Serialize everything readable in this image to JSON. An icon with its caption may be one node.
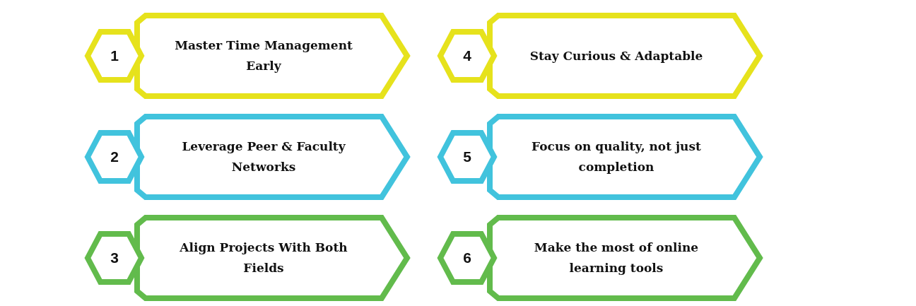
{
  "diagram": {
    "nodes": [
      {
        "text": [
          "1"
        ]
      },
      {
        "text": [
          "Master Time Management Early"
        ]
      },
      {
        "text": [
          "4"
        ]
      },
      {
        "text": [
          "Stay Curious & Adaptable"
        ]
      },
      {
        "text": [
          "2"
        ]
      },
      {
        "text": [
          "Leverage Peer & Faculty Networks"
        ]
      },
      {
        "text": [
          "5"
        ]
      },
      {
        "text": [
          "Focus on quality, not just completion"
        ]
      },
      {
        "text": [
          "3"
        ]
      },
      {
        "text": [
          "Align Projects With Both Fields"
        ]
      },
      {
        "text": [
          "6"
        ]
      },
      {
        "text": [
          "Make the most of online learning tools"
        ]
      }
    ]
  }
}
